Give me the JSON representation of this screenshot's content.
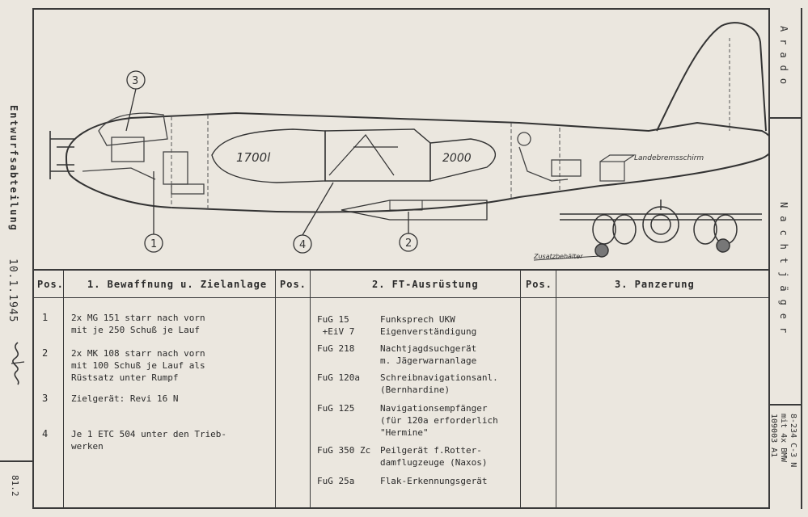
{
  "side_left": {
    "department": "Entwurfsabteilung",
    "date": "10.1.1945",
    "sheet": "81.2"
  },
  "side_right": {
    "company": "Arado",
    "role": "Nachtjäger",
    "drawing_ref": [
      "8-234 C-3 N",
      "mit 4x BMW",
      "109003 A1"
    ]
  },
  "drawing": {
    "callouts": [
      "3",
      "1",
      "4",
      "2"
    ],
    "labels": {
      "tank_front": "1700l",
      "tank_rear": "2000",
      "brake_chute": "Landebremsschirm",
      "drop_tank": "Zusatzbehälter"
    }
  },
  "table": {
    "pos_header": "Pos.",
    "col1_header": "1. Bewaffnung u. Zielanlage",
    "col2_header": "2. FT-Ausrüstung",
    "col3_header": "3. Panzerung",
    "weapons": [
      {
        "pos": "1",
        "text": "2x MG 151 starr nach vorn\nmit je 250 Schuß je Lauf"
      },
      {
        "pos": "2",
        "text": "2x MK 108 starr nach vorn\nmit 100 Schuß je Lauf als\nRüstsatz unter Rumpf"
      },
      {
        "pos": "3",
        "text": "Zielgerät: Revi 16 N"
      },
      {
        "pos": "4",
        "text": "Je 1 ETC 504 unter den Trieb-\nwerken"
      }
    ],
    "radio": [
      {
        "code": "FuG 15\n +EiV 7",
        "desc": "Funksprech UKW\nEigenverständigung"
      },
      {
        "code": "FuG 218",
        "desc": "Nachtjagdsuchgerät\nm. Jägerwarnanlage"
      },
      {
        "code": "FuG 120a",
        "desc": "Schreibnavigationsanl.\n(Bernhardine)"
      },
      {
        "code": "FuG 125",
        "desc": "Navigationsempfänger\n(für 120a erforderlich\n\"Hermine\""
      },
      {
        "code": "FuG 350 Zc",
        "desc": "Peilgerät f.Rotter-\ndamflugzeuge (Naxos)"
      },
      {
        "code": "FuG 25a",
        "desc": "Flak-Erkennungsgerät"
      }
    ]
  },
  "colors": {
    "paper": "#ebe7df",
    "ink": "#2b2b2b"
  }
}
